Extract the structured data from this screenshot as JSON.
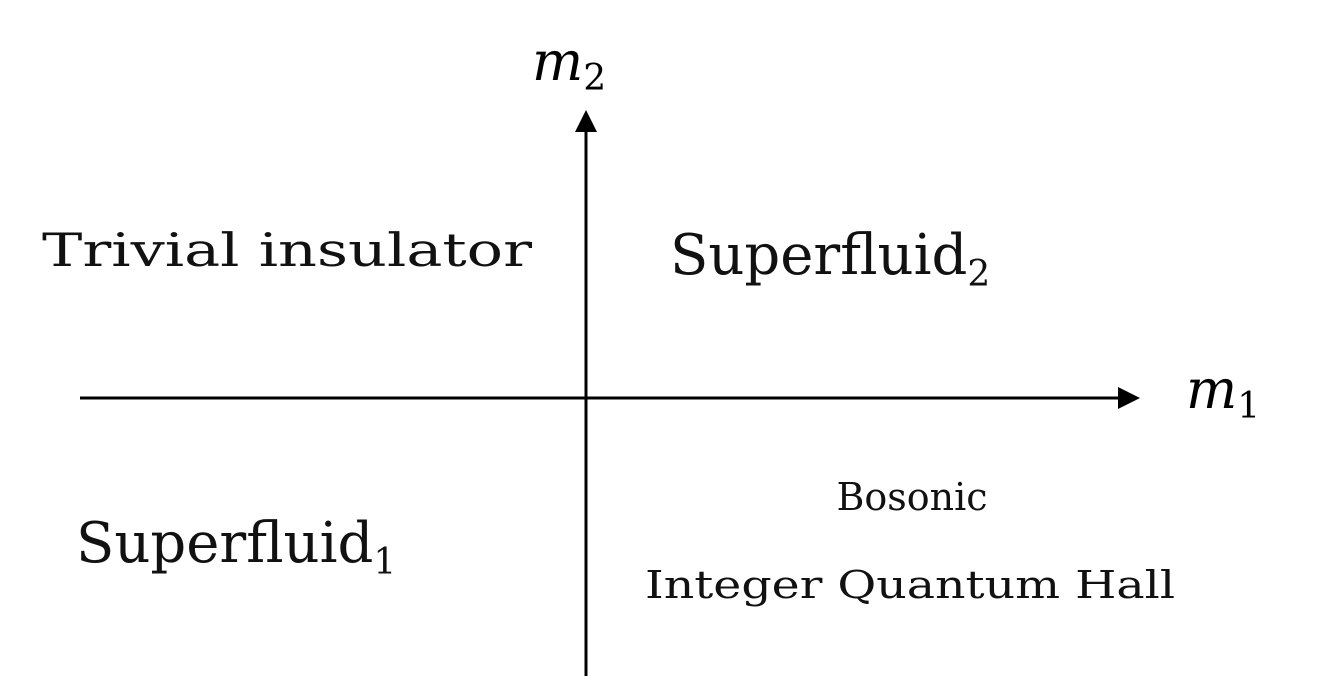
{
  "axes": {
    "x_label": {
      "base": "m",
      "sub": "1"
    },
    "y_label": {
      "base": "m",
      "sub": "2"
    }
  },
  "regions": {
    "top_left": {
      "text": "Trivial insulator"
    },
    "top_right": {
      "base": "Superfluid",
      "sub": "2"
    },
    "bottom_left": {
      "base": "Superfluid",
      "sub": "1"
    },
    "bottom_right": {
      "line1": "Bosonic",
      "line2": "Integer Quantum Hall"
    }
  }
}
